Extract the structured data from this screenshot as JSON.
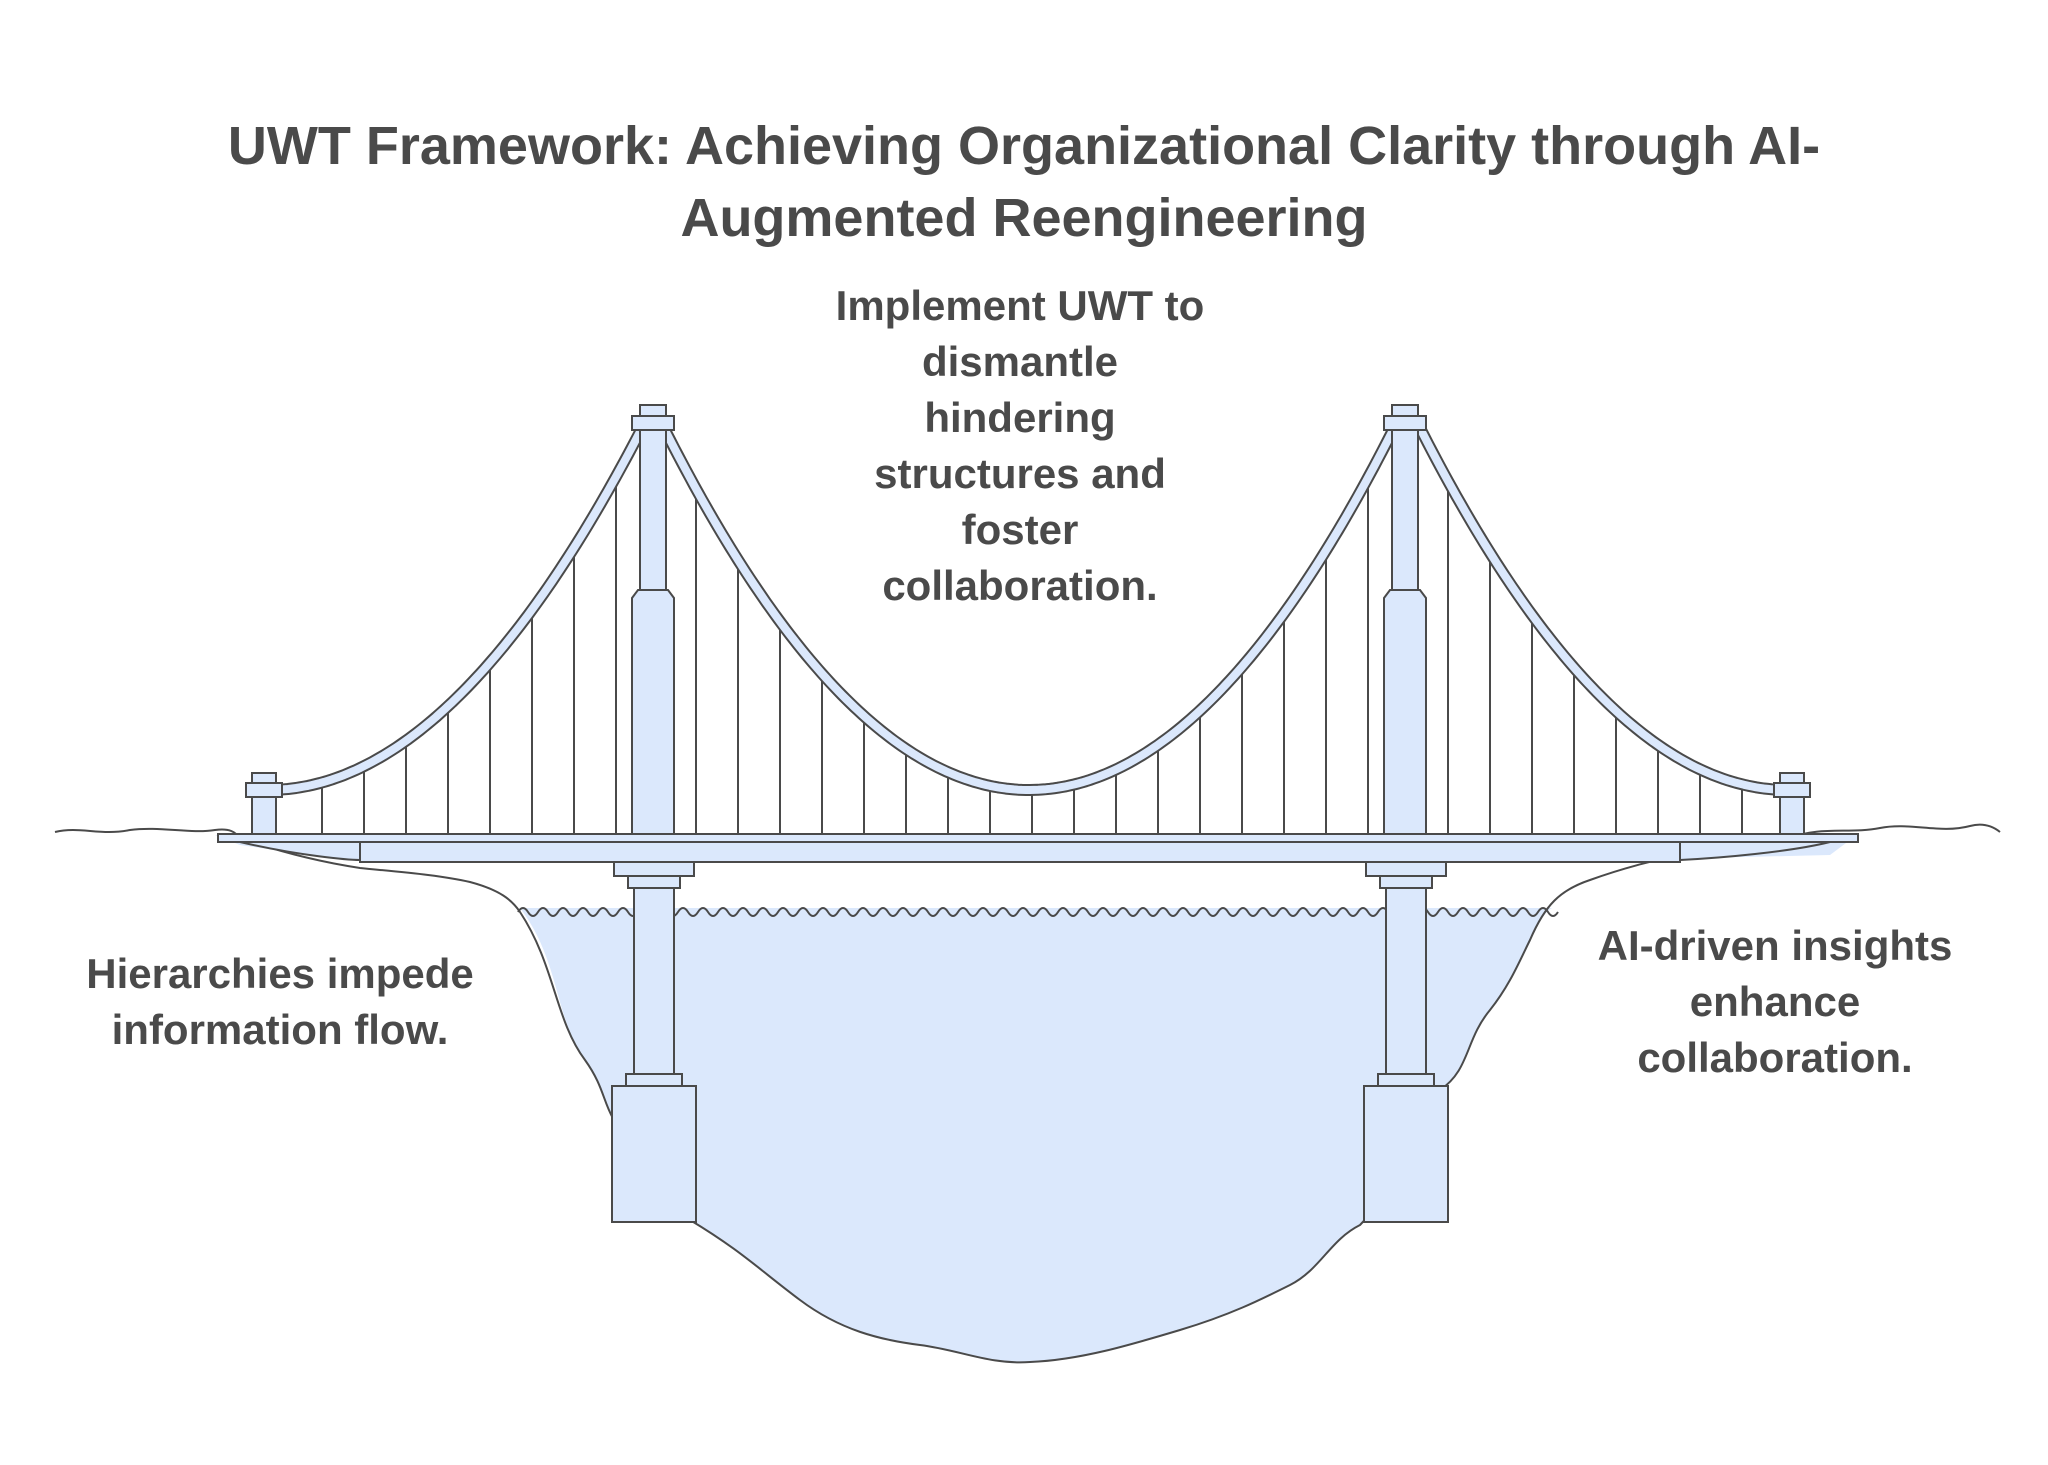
{
  "title": {
    "line1": "UWT Framework: Achieving Organizational Clarity through AI-",
    "line2": "Augmented Reengineering"
  },
  "labels": {
    "top": {
      "lines": [
        "Implement UWT to",
        "dismantle",
        "hindering",
        "structures and",
        "foster",
        "collaboration."
      ]
    },
    "left": {
      "lines": [
        "Hierarchies impede",
        "information flow."
      ]
    },
    "right": {
      "lines": [
        "AI-driven insights",
        "enhance",
        "collaboration."
      ]
    }
  },
  "colors": {
    "fill": "#dbe8fc",
    "stroke": "#4a4a4a",
    "text": "#4a4a4a"
  }
}
